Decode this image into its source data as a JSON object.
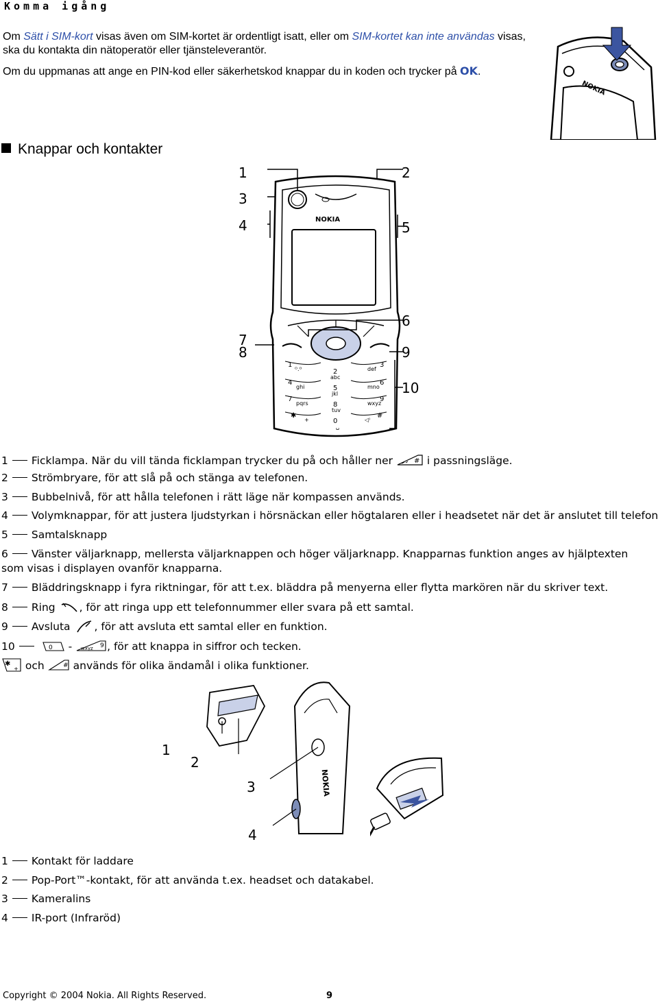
{
  "header": {
    "title": "Komma igång"
  },
  "intro": {
    "p1_before": "Om ",
    "p1_link": "Sätt i SIM-kort",
    "p1_mid": " visas även om SIM-kortet är ordentligt isatt, eller om ",
    "p1_link2": "SIM-kortet kan inte användas",
    "p1_after": " visas, ska du kontakta din nätoperatör eller tjänsteleverantör.",
    "p2_before": "Om du uppmanas att ange en PIN-kod eller säkerhetskod knappar du in koden och trycker på ",
    "p2_ok": "OK",
    "p2_after": "."
  },
  "section": {
    "title": "Knappar och kontakter"
  },
  "phone": {
    "brand": "NOKIA",
    "callouts": [
      "1",
      "2",
      "3",
      "4",
      "5",
      "6",
      "7",
      "8",
      "9",
      "10"
    ],
    "keys": [
      {
        "num": "1",
        "sub": "ᴼ.ᴼ"
      },
      {
        "num": "2",
        "sub": "abc"
      },
      {
        "num": "3",
        "sub": "def"
      },
      {
        "num": "4",
        "sub": "ghi"
      },
      {
        "num": "5",
        "sub": "jkl"
      },
      {
        "num": "6",
        "sub": "mno"
      },
      {
        "num": "7",
        "sub": "pqrs"
      },
      {
        "num": "8",
        "sub": "tuv"
      },
      {
        "num": "9",
        "sub": "wxyz"
      },
      {
        "num": "✱",
        "sub": "+"
      },
      {
        "num": "0",
        "sub": "␣"
      },
      {
        "num": "#",
        "sub": "◁⁾"
      }
    ]
  },
  "items": {
    "i1": {
      "num": "1",
      "text_a": "Ficklampa. När du vill tända ficklampan trycker du på och håller ner ",
      "text_b": " i passningsläge."
    },
    "i2": {
      "num": "2",
      "text": "Strömbryare, för att slå på och stänga av telefonen."
    },
    "i3": {
      "num": "3",
      "text": "Bubbelnivå, för att hålla telefonen i rätt läge när kompassen används."
    },
    "i4": {
      "num": "4",
      "text": "Volymknappar, för att justera ljudstyrkan i hörsnäckan eller högtalaren eller i headsetet när det är anslutet till telefonen."
    },
    "i5": {
      "num": "5",
      "text": "Samtalsknapp"
    },
    "i6": {
      "num": "6",
      "text": "Vänster väljarknapp, mellersta väljarknappen och höger väljarknapp. Knapparnas funktion anges av hjälptexten som visas i displayen ovanför knapparna."
    },
    "i7": {
      "num": "7",
      "text": "Bläddringsknapp i fyra riktningar, för att t.ex. bläddra på menyerna eller flytta markören när du skriver text."
    },
    "i8": {
      "num": "8",
      "text_a": "Ring",
      "text_b": ", för att ringa upp ett telefonnummer eller svara på ett samtal."
    },
    "i9": {
      "num": "9",
      "text_a": "Avsluta",
      "text_b": ", för att avsluta ett samtal eller en funktion."
    },
    "i10": {
      "num": "10",
      "text_mid": " - ",
      "text_b": ", för att knappa in siffror och tecken."
    },
    "i11": {
      "text_mid": " och ",
      "text_b": " används för olika ändamål i olika funktioner."
    }
  },
  "connectors": {
    "callouts": [
      "1",
      "2",
      "3",
      "4"
    ],
    "items": [
      {
        "num": "1",
        "text": "Kontakt för laddare"
      },
      {
        "num": "2",
        "text": "Pop-Port™-kontakt, för att använda t.ex. headset och datakabel."
      },
      {
        "num": "3",
        "text": "Kameralins"
      },
      {
        "num": "4",
        "text": "IR-port (Infraröd)"
      }
    ]
  },
  "footer": {
    "copyright": "Copyright © 2004 Nokia. All Rights Reserved.",
    "page": "9"
  }
}
